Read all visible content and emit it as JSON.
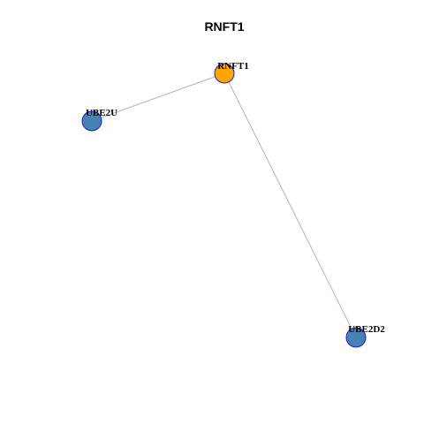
{
  "title": "RNFT1",
  "nodes": [
    {
      "id": "RNFT1",
      "label": "RNFT1",
      "color": "#ffa500",
      "role": "center"
    },
    {
      "id": "UBE2U",
      "label": "UBE2U",
      "color": "#4682b4",
      "role": "neighbor"
    },
    {
      "id": "UBE2D2",
      "label": "UBE2D2",
      "color": "#4682b4",
      "role": "neighbor"
    }
  ],
  "edges": [
    {
      "source": "RNFT1",
      "target": "UBE2U"
    },
    {
      "source": "RNFT1",
      "target": "UBE2D2"
    }
  ],
  "colors": {
    "center_node": "#ffa500",
    "neighbor_node": "#4682b4",
    "node_border": "#1a1acc",
    "edge": "#b3b3b3"
  }
}
